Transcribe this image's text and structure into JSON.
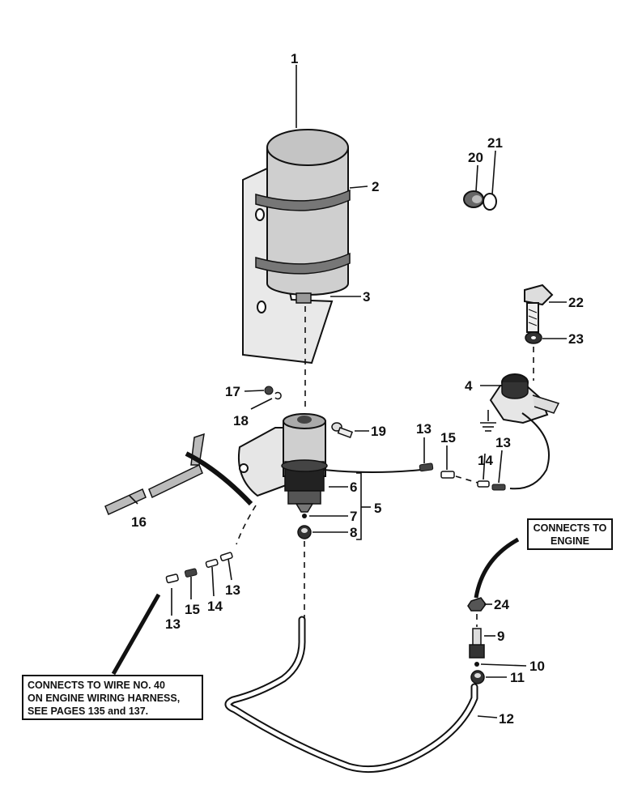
{
  "labels": {
    "l1": "1",
    "l2": "2",
    "l3": "3",
    "l4": "4",
    "l5": "5",
    "l6": "6",
    "l7": "7",
    "l8": "8",
    "l9": "9",
    "l10": "10",
    "l11": "11",
    "l12": "12",
    "l13a": "13",
    "l13b": "13",
    "l13c": "13",
    "l13d": "13",
    "l14a": "14",
    "l14b": "14",
    "l15a": "15",
    "l15b": "15",
    "l16": "16",
    "l17": "17",
    "l18": "18",
    "l19": "19",
    "l20": "20",
    "l21": "21",
    "l22": "22",
    "l23": "23",
    "l24": "24"
  },
  "callouts": {
    "engine": {
      "line1": "CONNECTS TO",
      "line2": "ENGINE"
    },
    "wire": {
      "line1": "CONNECTS TO WIRE NO. 40",
      "line2": "ON ENGINE WIRING HARNESS,",
      "line3": "SEE PAGES 135 and 137."
    }
  }
}
